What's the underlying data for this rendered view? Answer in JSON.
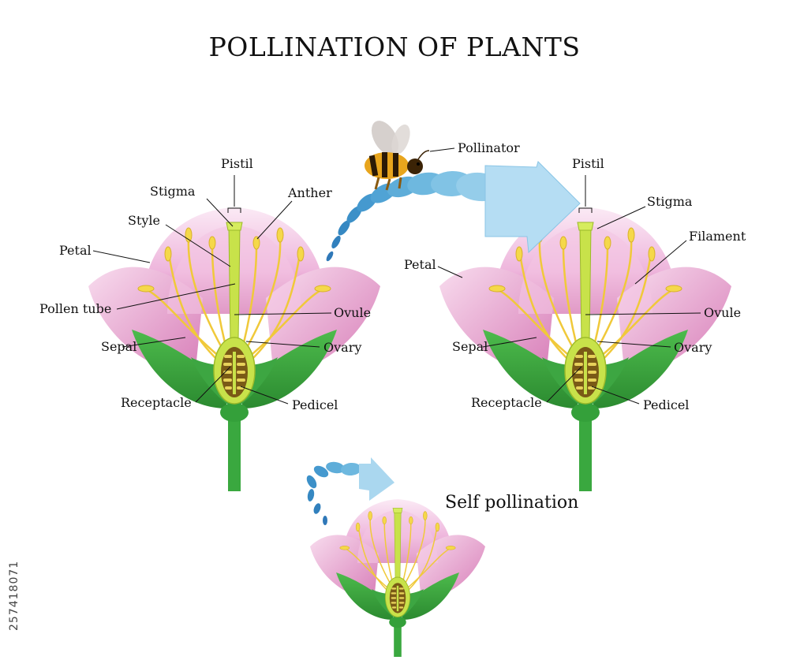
{
  "title": "POLLINATION OF PLANTS",
  "stock_id": "257418071",
  "left_flower": {
    "labels": {
      "pistil": "Pistil",
      "stigma": "Stigma",
      "anther": "Anther",
      "style": "Style",
      "petal": "Petal",
      "pollen_tube": "Pollen tube",
      "ovule": "Ovule",
      "sepal": "Sepal",
      "ovary": "Ovary",
      "receptacle": "Receptacle",
      "pedicel": "Pedicel"
    }
  },
  "pollinator": {
    "label": "Pollinator"
  },
  "right_flower": {
    "labels": {
      "pistil": "Pistil",
      "stigma": "Stigma",
      "filament": "Filament",
      "petal": "Petal",
      "ovule": "Ovule",
      "sepal": "Sepal",
      "ovary": "Ovary",
      "receptacle": "Receptacle",
      "pedicel": "Pedicel"
    }
  },
  "self_pollination": {
    "label": "Self pollination"
  },
  "colors": {
    "petal_light": "#f6d6ec",
    "petal_mid": "#e9a6d3",
    "petal_dark": "#b8458f",
    "sepal": "#3aa83f",
    "sepal_dark": "#2b8a30",
    "pistil": "#c8e24a",
    "stamen": "#f0c93a",
    "ovary_brown": "#7a5a16",
    "arrow_light": "#bfe3f5",
    "arrow_dark": "#3b87c4"
  }
}
